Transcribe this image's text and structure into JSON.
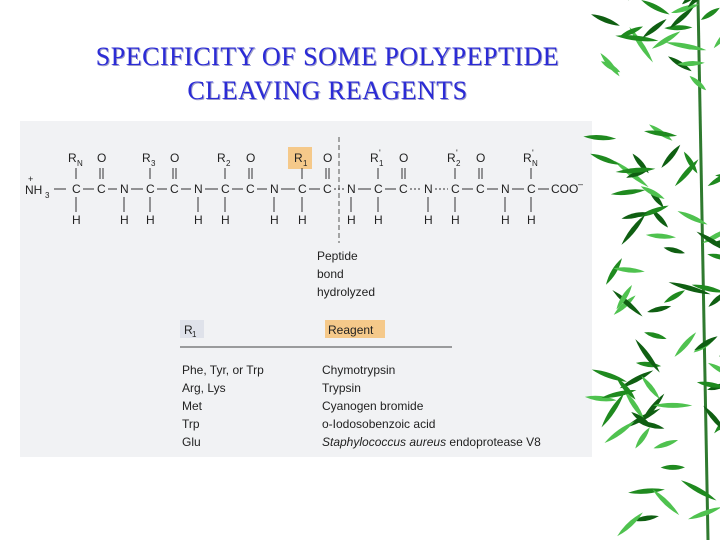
{
  "title": {
    "line1": "SPECIFICITY OF SOME POLYPEPTIDE",
    "line2": "CLEAVING REAGENTS"
  },
  "colors": {
    "title": "#2b2bd6",
    "highlight": "#f5c98a",
    "figure_bg": "#f1f2f4",
    "bamboo": "#1f8a1f"
  },
  "diagram": {
    "r_labels": [
      "R",
      "R",
      "R",
      "R",
      "R",
      "R",
      "R",
      "R"
    ],
    "r_subscripts": [
      "N",
      "3",
      "2",
      "1",
      "1",
      "2",
      "N"
    ],
    "r_primes": [
      "'",
      "'",
      "'"
    ],
    "oxygen": "O",
    "hydrogen": "H",
    "carbon": "C",
    "nitrogen": "N",
    "n_terminus": "NH",
    "n_terminus_sub": "3",
    "plus": "+",
    "c_terminus": "COO",
    "minus": "–",
    "cleavage_note": [
      "Peptide",
      "bond",
      "hydrolyzed"
    ]
  },
  "table": {
    "header_left": "R",
    "header_left_sub": "1",
    "header_right": "Reagent",
    "rows": [
      {
        "residue": "Phe, Tyr, or Trp",
        "reagent": "Chymotrypsin",
        "italic_part": "",
        "suffix": ""
      },
      {
        "residue": "Arg, Lys",
        "reagent": "Trypsin",
        "italic_part": "",
        "suffix": ""
      },
      {
        "residue": "Met",
        "reagent": "Cyanogen bromide",
        "italic_part": "",
        "suffix": ""
      },
      {
        "residue": "Trp",
        "reagent": "o-Iodosobenzoic acid",
        "italic_part": "",
        "suffix": ""
      },
      {
        "residue": "Glu",
        "reagent": "",
        "italic_part": "Staphylococcus aureus",
        "suffix": " endoprotease V8"
      }
    ]
  }
}
